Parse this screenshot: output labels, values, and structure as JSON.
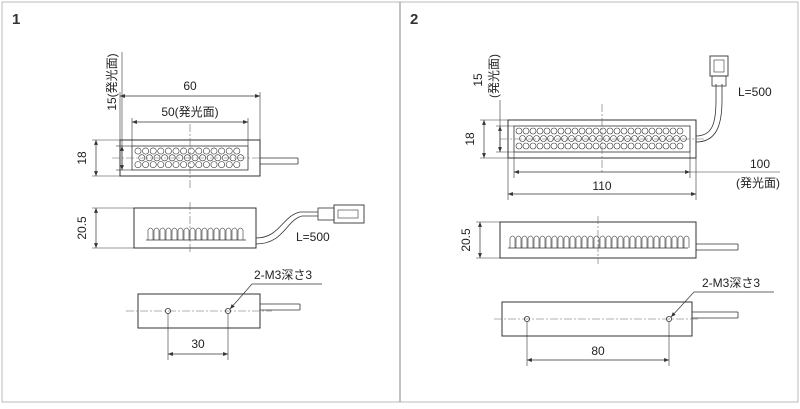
{
  "panels": [
    {
      "number": "1",
      "top_view": {
        "emitting_height": "15(発光面)",
        "overall_width": "60",
        "emitting_width": "50(発光面)",
        "body_height": "18"
      },
      "front_view": {
        "height": "20.5",
        "cable_length": "L=500"
      },
      "bottom_view": {
        "tap_label": "2-M3深さ3",
        "hole_pitch": "30"
      }
    },
    {
      "number": "2",
      "top_view": {
        "emitting_height_value": "15",
        "emitting_height_note": "(発光面)",
        "cable_length": "L=500",
        "body_height": "18",
        "emitting_width_value": "100",
        "emitting_width_note": "(発光面)",
        "overall_width": "110"
      },
      "front_view": {
        "height": "20.5"
      },
      "bottom_view": {
        "tap_label": "2-M3深さ3",
        "hole_pitch": "80"
      }
    }
  ],
  "colors": {
    "line": "#333333",
    "frame": "#bbbbbb",
    "divider": "#999999",
    "centerline": "#666666"
  }
}
